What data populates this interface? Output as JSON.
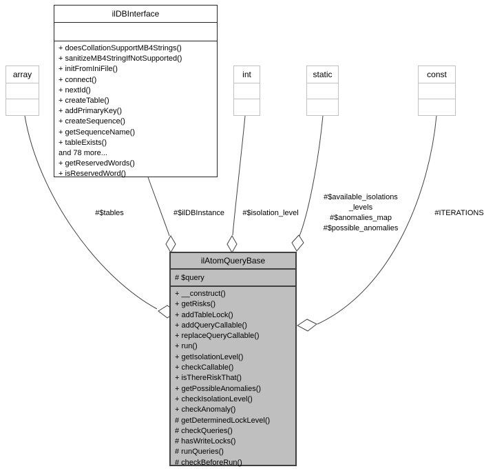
{
  "diagram": {
    "type": "uml-collaboration-diagram",
    "classes": {
      "ildbinterface": {
        "title": "ilDBInterface",
        "attributes": [],
        "methods": [
          "+ doesCollationSupportMB4Strings()",
          "+ sanitizeMB4StringIfNotSupported()",
          "+ initFromIniFile()",
          "+ connect()",
          "+ nextId()",
          "+ createTable()",
          "+ addPrimaryKey()",
          "+ createSequence()",
          "+ getSequenceName()",
          "+ tableExists()",
          "and 78 more...",
          "+ getReservedWords()",
          "+ isReservedWord()"
        ]
      },
      "array": {
        "title": "array"
      },
      "int": {
        "title": "int"
      },
      "static": {
        "title": "static"
      },
      "const": {
        "title": "const"
      },
      "ilatomquerybase": {
        "title": "ilAtomQueryBase",
        "attributes": [
          "# $query"
        ],
        "methods": [
          "+ __construct()",
          "+ getRisks()",
          "+ addTableLock()",
          "+ addQueryCallable()",
          "+ replaceQueryCallable()",
          "+ run()",
          "+ getIsolationLevel()",
          "+ checkCallable()",
          "+ isThereRiskThat()",
          "+ getPossibleAnomalies()",
          "+ checkIsolationLevel()",
          "+ checkAnomaly()",
          "# getDeterminedLockLevel()",
          "# checkQueries()",
          "# hasWriteLocks()",
          "# runQueries()",
          "# checkBeforeRun()"
        ]
      }
    },
    "edge_labels": {
      "tables": "#$tables",
      "ildbinstance": "#$ilDBInstance",
      "isolation_level": "#$isolation_level",
      "available_block": [
        "#$available_isolations",
        "_levels",
        "#$anomalies_map",
        "#$possible_anomalies"
      ],
      "iterations": "#ITERATIONS"
    },
    "colors": {
      "main_node_fill": "#bfbfbf",
      "node_border_dark": "#242424",
      "node_border_light": "#c0c0c0",
      "edge_stroke": "#404040",
      "background": "#ffffff"
    }
  }
}
